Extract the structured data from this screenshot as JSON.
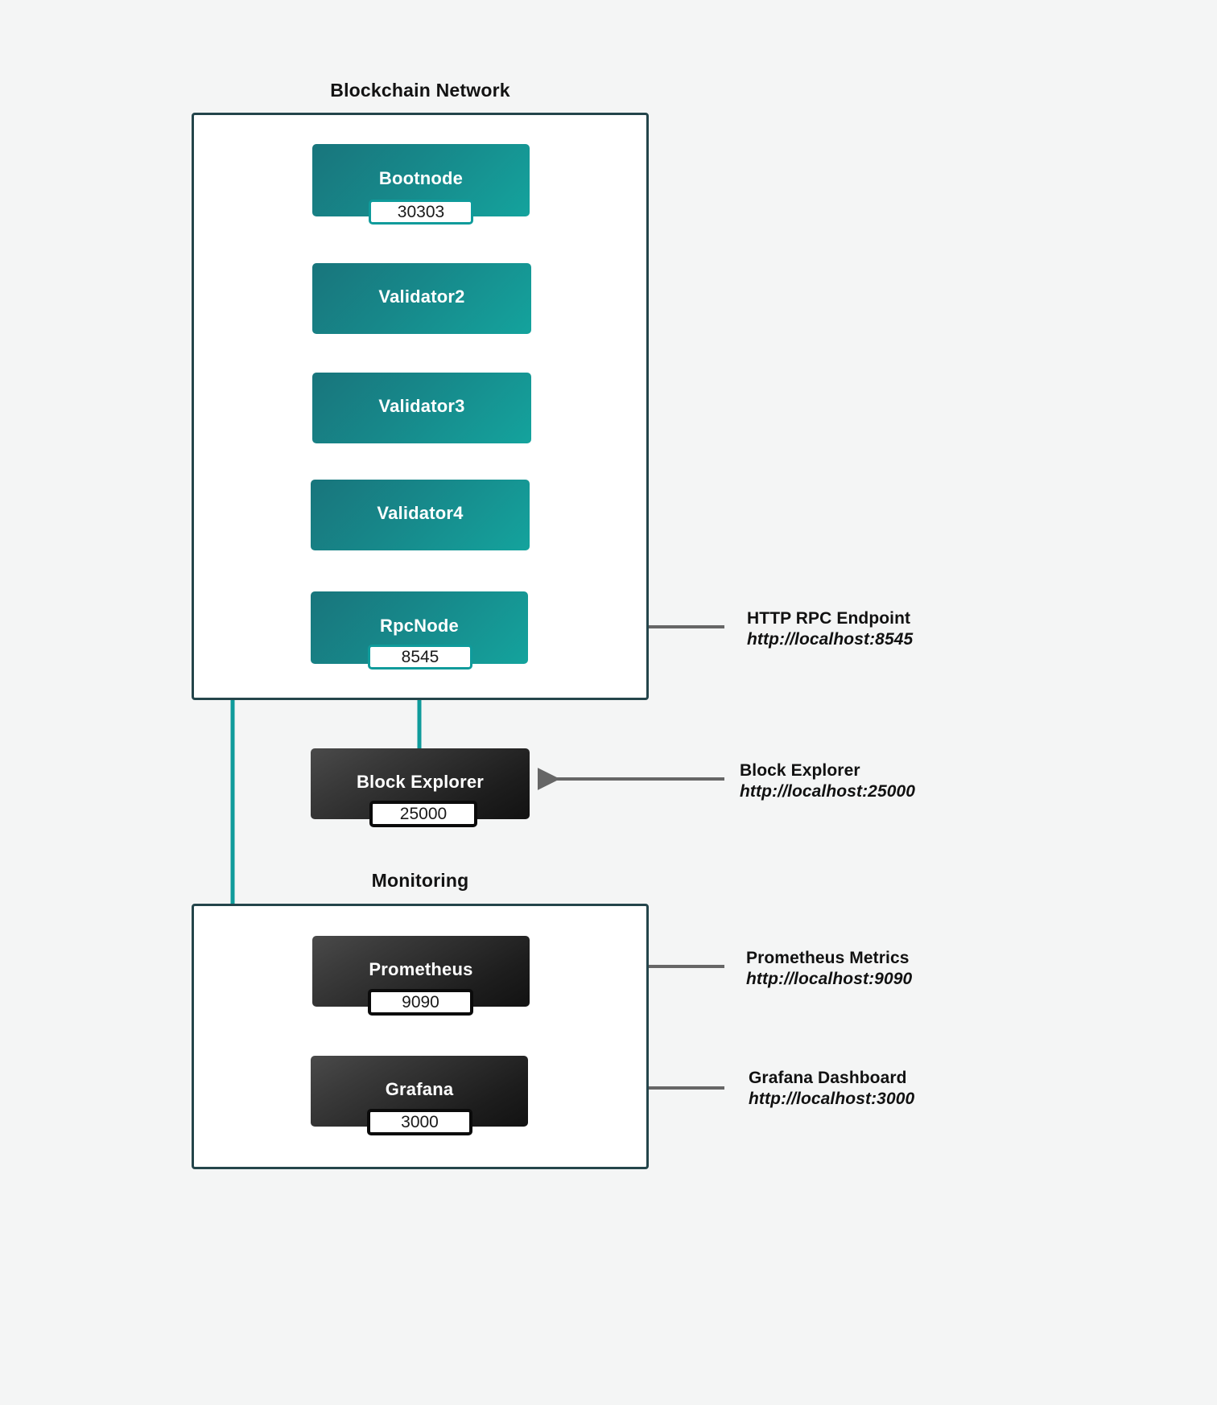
{
  "diagram": {
    "background_color": "#f4f5f5",
    "accent_teal": "#0f9b9b",
    "subgraph_border_color": "#24454b",
    "dashed_link_color": "#555555",
    "annotation_arrow_color": "#666666"
  },
  "subgraphs": [
    {
      "id": "blockchain",
      "title": "Blockchain Network"
    },
    {
      "id": "monitoring",
      "title": "Monitoring"
    }
  ],
  "nodes": [
    {
      "id": "bootnode",
      "label": "Bootnode",
      "port": "30303",
      "style": "teal"
    },
    {
      "id": "validator2",
      "label": "Validator2",
      "port": "",
      "style": "teal"
    },
    {
      "id": "validator3",
      "label": "Validator3",
      "port": "",
      "style": "teal"
    },
    {
      "id": "validator4",
      "label": "Validator4",
      "port": "",
      "style": "teal"
    },
    {
      "id": "rpcnode",
      "label": "RpcNode",
      "port": "8545",
      "style": "teal"
    },
    {
      "id": "explorer",
      "label": "Block Explorer",
      "port": "25000",
      "style": "dark"
    },
    {
      "id": "prometheus",
      "label": "Prometheus",
      "port": "9090",
      "style": "dark"
    },
    {
      "id": "grafana",
      "label": "Grafana",
      "port": "3000",
      "style": "dark"
    }
  ],
  "annotations": [
    {
      "id": "rpc",
      "title": "HTTP RPC Endpoint",
      "url": "http://localhost:8545"
    },
    {
      "id": "explorer",
      "title": "Block Explorer",
      "url": "http://localhost:25000"
    },
    {
      "id": "prometheus",
      "title": "Prometheus Metrics",
      "url": "http://localhost:9090"
    },
    {
      "id": "grafana",
      "title": "Grafana Dashboard",
      "url": "http://localhost:3000"
    }
  ]
}
